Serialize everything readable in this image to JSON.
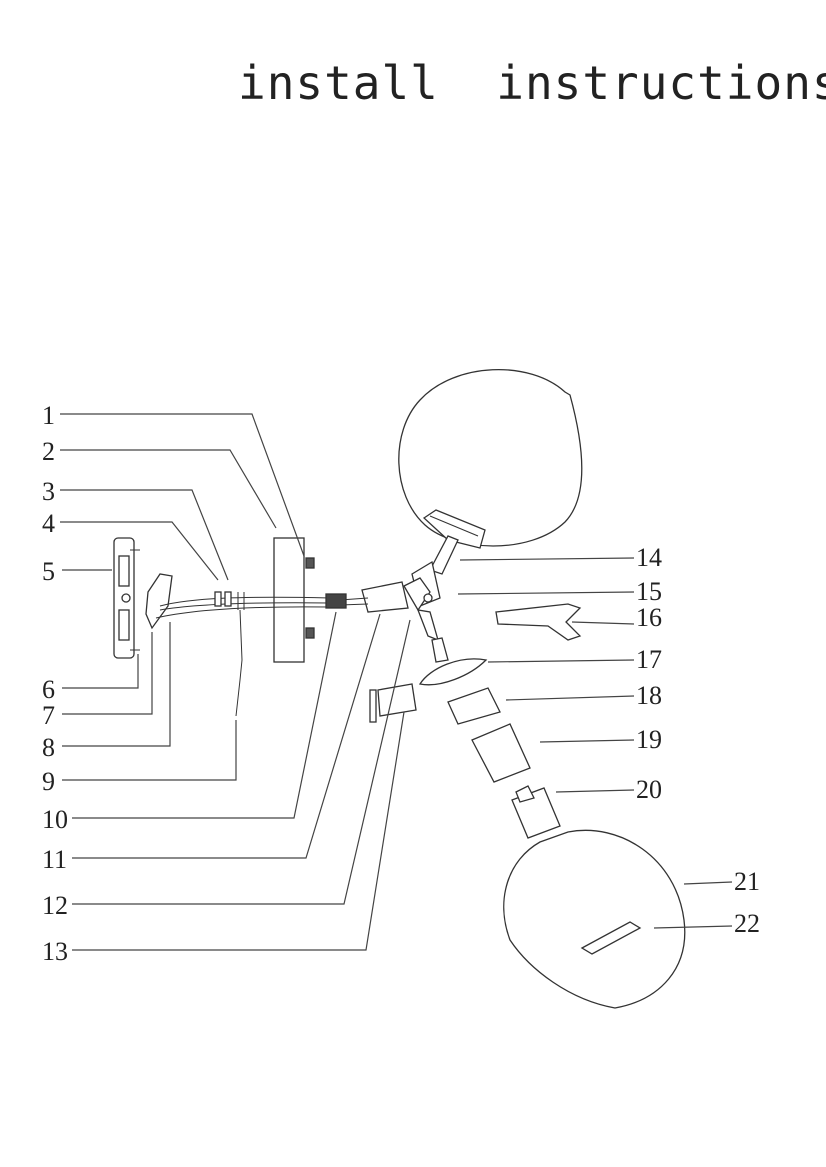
{
  "title": "install  instructions",
  "labels": [
    "1",
    "2",
    "3",
    "4",
    "5",
    "6",
    "7",
    "8",
    "9",
    "10",
    "11",
    "12",
    "13",
    "14",
    "15",
    "16",
    "17",
    "18",
    "19",
    "20",
    "21",
    "22"
  ],
  "colors": {
    "ink": "#333333",
    "paper": "#ffffff"
  }
}
